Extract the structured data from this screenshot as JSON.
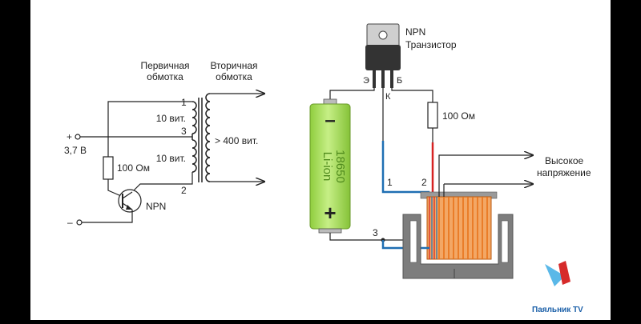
{
  "left_circuit": {
    "primary_line1": "Первичная",
    "primary_line2": "обмотка",
    "secondary_line1": "Вторичная",
    "secondary_line2": "обмотка",
    "tap1": "1",
    "tap2": "2",
    "tap3": "3",
    "turns_top": "10 вит.",
    "turns_bottom": "10 вит.",
    "turns_secondary": "> 400 вит.",
    "plus": "+",
    "minus": "–",
    "voltage": "3,7 В",
    "resistor": "100 Ом",
    "transistor": "NPN"
  },
  "right_circuit": {
    "transistor_line1": "NPN",
    "transistor_line2": "Транзистор",
    "pin_e": "Э",
    "pin_k": "К",
    "pin_b": "Б",
    "resistor": "100 Ом",
    "battery_minus": "–",
    "battery_plus": "+",
    "battery_type": "Li-ion",
    "battery_model": "18650",
    "wire1": "1",
    "wire2": "2",
    "wire3": "3",
    "hv_line1": "Высокое",
    "hv_line2": "напряжение"
  },
  "watermark": {
    "brand": "Паяльник TV"
  },
  "colors": {
    "wire_blue": "#1f6fb3",
    "wire_red": "#d62222",
    "coil_orange": "#e8731a",
    "battery_green": "#a6dc5a",
    "core_gray": "#7d7d7d"
  }
}
